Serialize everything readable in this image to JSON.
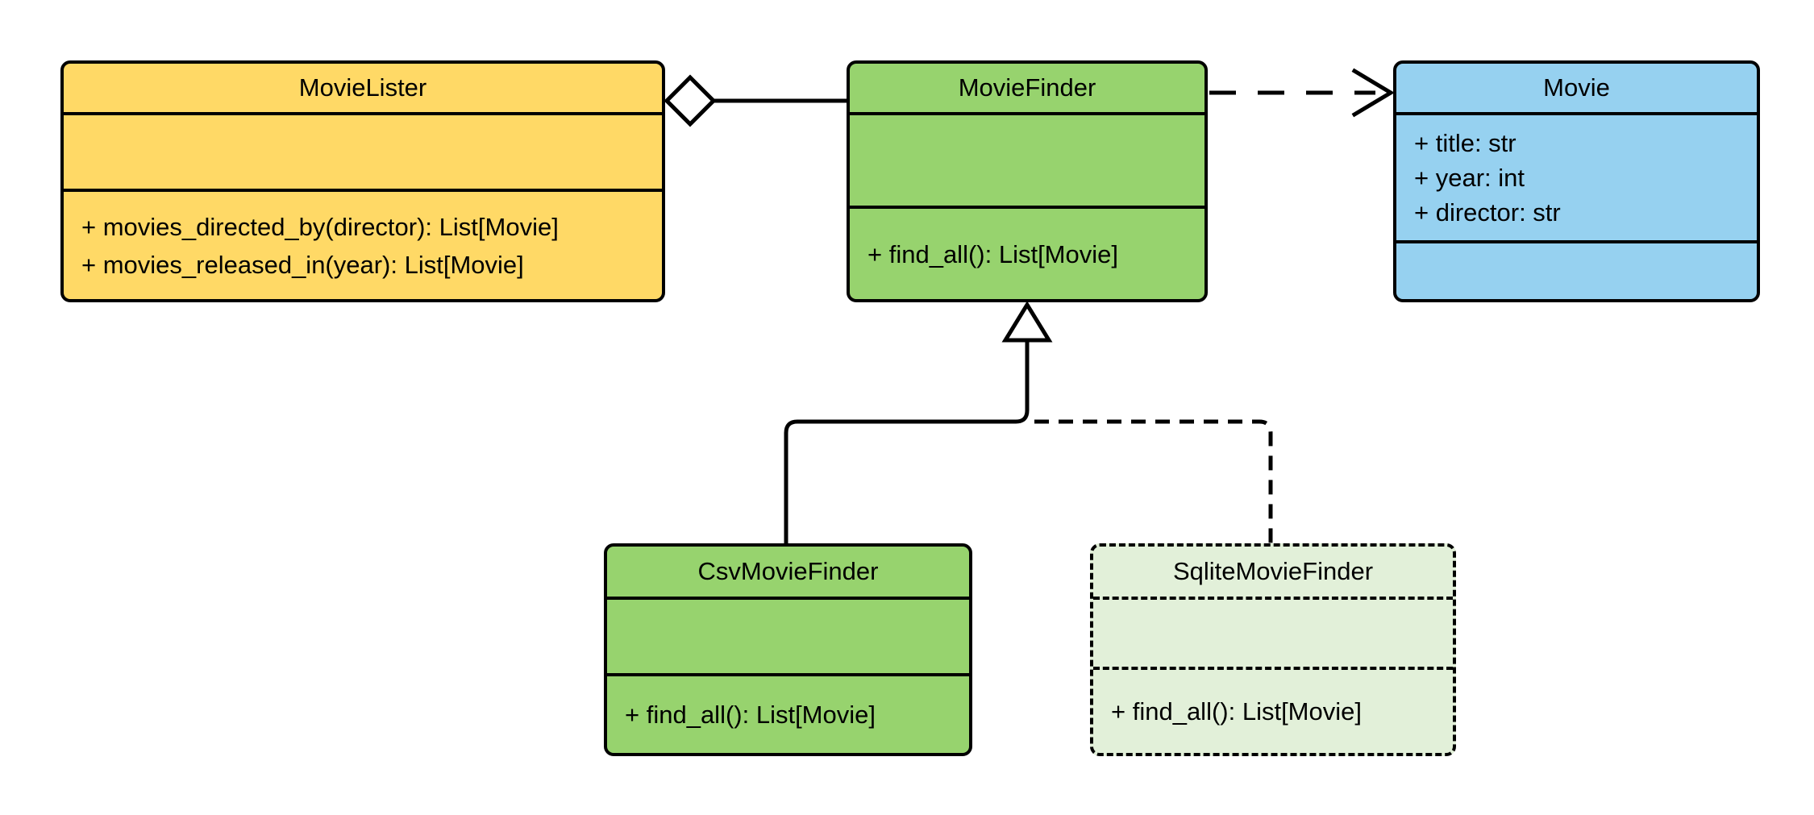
{
  "diagram": {
    "kind": "uml-class-diagram",
    "background": "#FFFFFF",
    "stroke_color": "#000000"
  },
  "colors": {
    "movielister_fill": "#FFD966",
    "moviefinder_fill": "#97D36E",
    "movie_fill": "#96D1F0",
    "csvmoviefinder_fill": "#97D36E",
    "sqlitemoviefinder_fill": "#E2F0D9"
  },
  "classes": [
    {
      "name": "MovieLister",
      "attributes": [],
      "methods": [
        "+ movies_directed_by(director): List[Movie]",
        "+ movies_released_in(year): List[Movie]"
      ],
      "fill": "#FFD966",
      "border_style": "solid"
    },
    {
      "name": "MovieFinder",
      "attributes": [],
      "methods": [
        "+ find_all(): List[Movie]"
      ],
      "fill": "#97D36E",
      "border_style": "solid"
    },
    {
      "name": "Movie",
      "attributes": [
        "+ title: str",
        "+ year: int",
        "+ director: str"
      ],
      "methods": [],
      "fill": "#96D1F0",
      "border_style": "solid"
    },
    {
      "name": "CsvMovieFinder",
      "attributes": [],
      "methods": [
        "+ find_all(): List[Movie]"
      ],
      "fill": "#97D36E",
      "border_style": "solid"
    },
    {
      "name": "SqliteMovieFinder",
      "attributes": [],
      "methods": [
        "+ find_all(): List[Movie]"
      ],
      "fill": "#E2F0D9",
      "border_style": "dashed"
    }
  ],
  "relations": [
    {
      "from": "MovieLister",
      "to": "MovieFinder",
      "type": "aggregation",
      "line": "solid",
      "marker": "hollow-diamond"
    },
    {
      "from": "MovieFinder",
      "to": "Movie",
      "type": "dependency",
      "line": "dashed",
      "marker": "open-arrow"
    },
    {
      "from": "CsvMovieFinder",
      "to": "MovieFinder",
      "type": "generalization",
      "line": "solid",
      "marker": "hollow-triangle"
    },
    {
      "from": "SqliteMovieFinder",
      "to": "MovieFinder",
      "type": "generalization",
      "line": "dashed",
      "marker": "hollow-triangle"
    }
  ]
}
